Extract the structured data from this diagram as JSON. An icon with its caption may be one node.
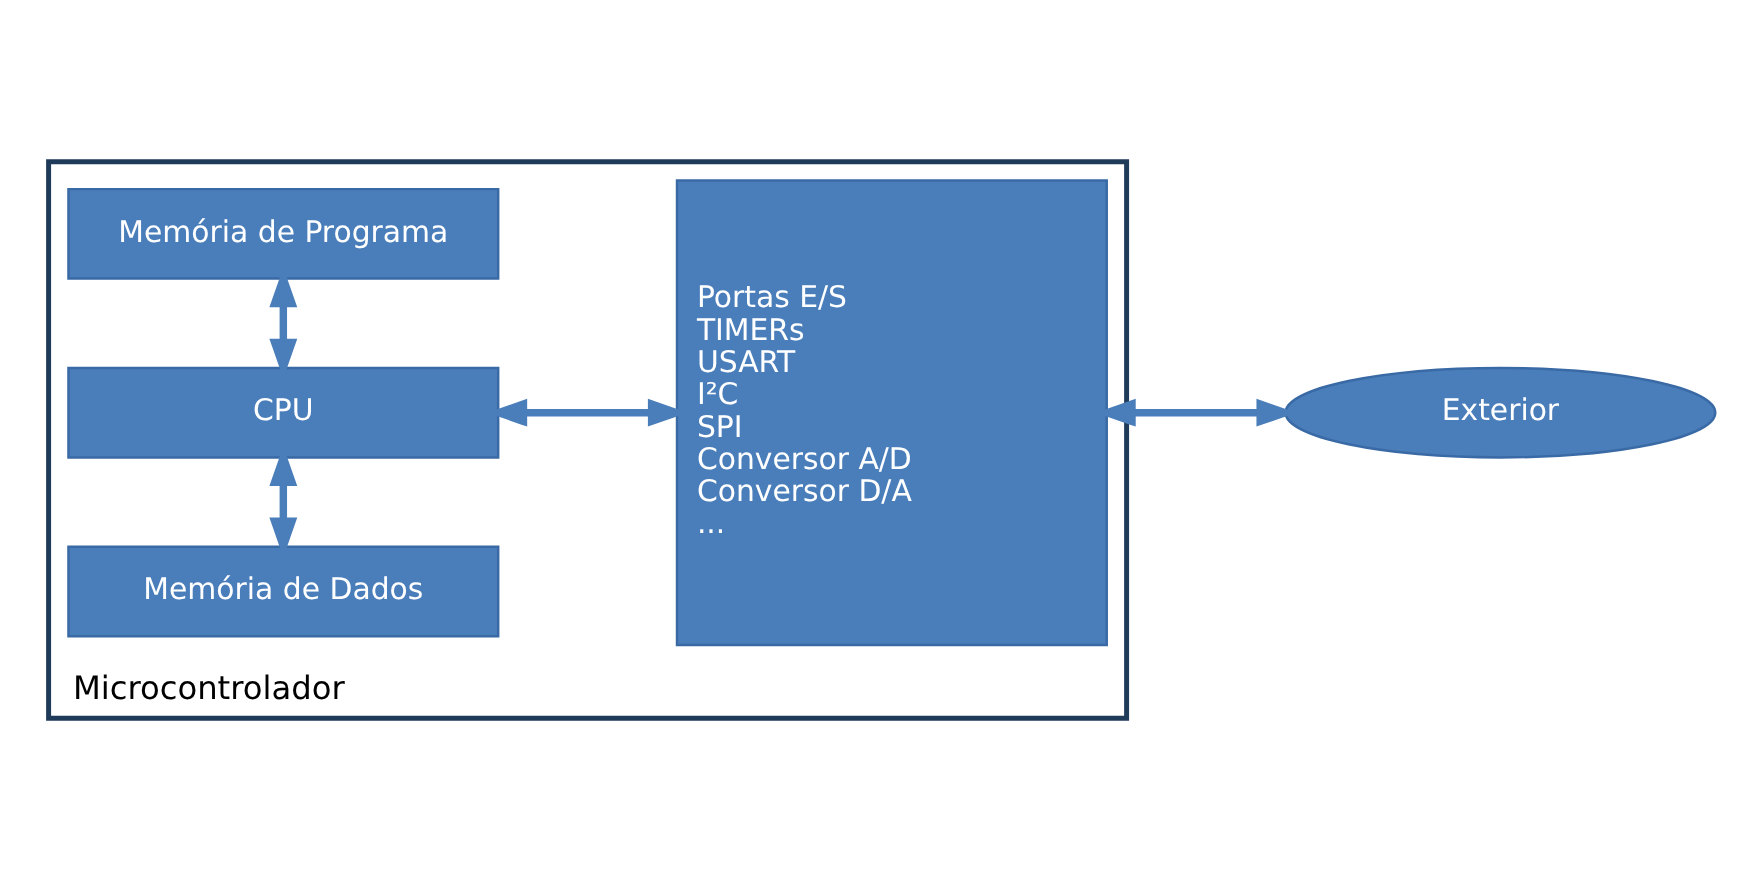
{
  "diagram": {
    "nodes": [
      {
        "text": [
          "Microcontrolador"
        ]
      },
      {
        "text": [
          "Memória de Dados"
        ],
        "in": 0
      },
      {
        "text": [
          "CPU"
        ],
        "in": 0
      },
      {
        "text": [
          "Memória de Programa"
        ],
        "in": 0
      },
      {
        "text": [
          "Portas E/S",
          "TIMERs",
          "USART",
          "I²C",
          "SPI",
          "Conversor A/D",
          "Conversor D/A",
          "..."
        ],
        "in": 0
      },
      {
        "text": [
          "Exterior"
        ]
      }
    ],
    "edges": [
      {
        "from": 1,
        "to": 2,
        "arrow": "both"
      },
      {
        "from": 2,
        "to": 3,
        "arrow": "both"
      },
      {
        "from": 2,
        "to": 4,
        "arrow": "both"
      },
      {
        "from": 4,
        "to": 5,
        "arrow": "both"
      }
    ]
  }
}
